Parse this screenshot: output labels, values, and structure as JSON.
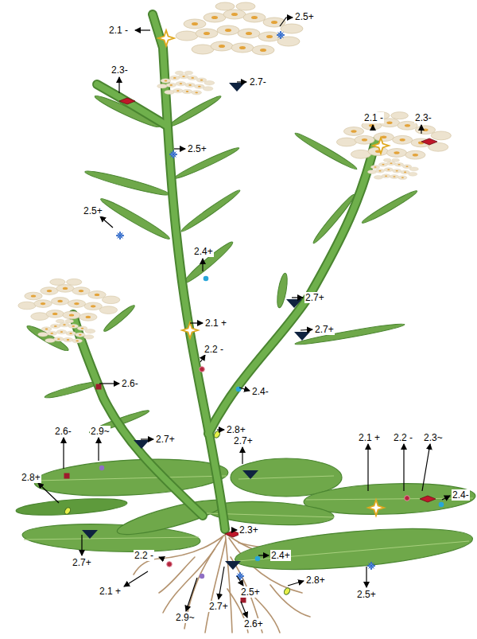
{
  "diagram": {
    "labels": [
      "2.5+",
      "2.1 -",
      "2.3-",
      "2.7-",
      "2.1 -",
      "2.3-",
      "2.5+",
      "2.5+",
      "2.4+",
      "2.7+",
      "2.1 +",
      "2.7+",
      "2.2 -",
      "2.6-",
      "2.4-",
      "2.8+",
      "2.7+",
      "2.7+",
      "2.6-",
      "2.9~",
      "2.1 +",
      "2.2 -",
      "2.3~",
      "2.8+",
      "2.4-",
      "2.3+",
      "2.2 -",
      "2.4+",
      "2.7+",
      "2.8+",
      "2.5+",
      "2.1 +",
      "2.5+",
      "2.7+",
      "2.9~",
      "2.6+"
    ]
  }
}
